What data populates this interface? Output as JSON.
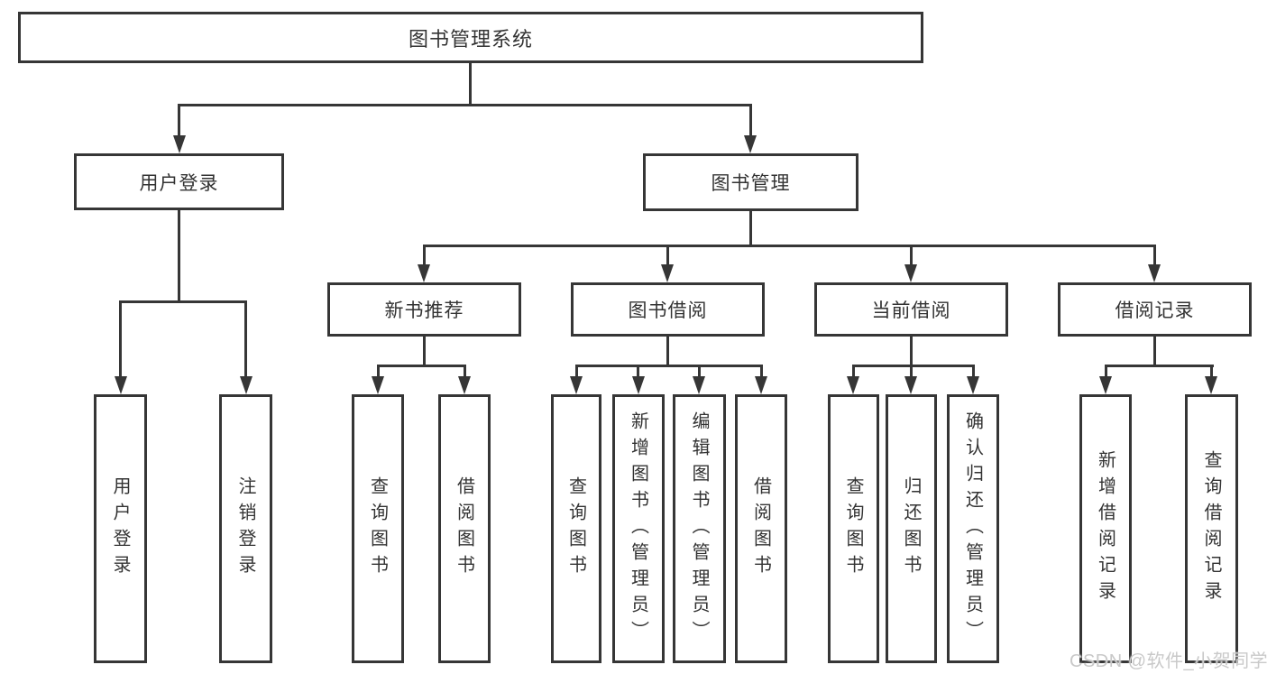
{
  "nodes": {
    "root": {
      "label": "图书管理系统"
    },
    "level1": [
      {
        "label": "用户登录"
      },
      {
        "label": "图书管理"
      }
    ],
    "level2": [
      {
        "label": "新书推荐"
      },
      {
        "label": "图书借阅"
      },
      {
        "label": "当前借阅"
      },
      {
        "label": "借阅记录"
      }
    ]
  },
  "leaves": {
    "user_login": [
      "用户登录",
      "注销登录"
    ],
    "new_book_rec": [
      "查询图书",
      "借阅图书"
    ],
    "book_borrow": [
      "查询图书",
      "新增图书（管理员）",
      "编辑图书（管理员）",
      "借阅图书"
    ],
    "current_borrow": [
      "查询图书",
      "归还图书",
      "确认归还（管理员）"
    ],
    "borrow_records": [
      "新增借阅记录",
      "查询借阅记录"
    ]
  },
  "watermark": {
    "text": "CSDN @软件_小贺同学"
  },
  "colors": {
    "line": "#363636",
    "text": "#333333",
    "watermark": "#c9c9c9",
    "background": "#ffffff"
  }
}
